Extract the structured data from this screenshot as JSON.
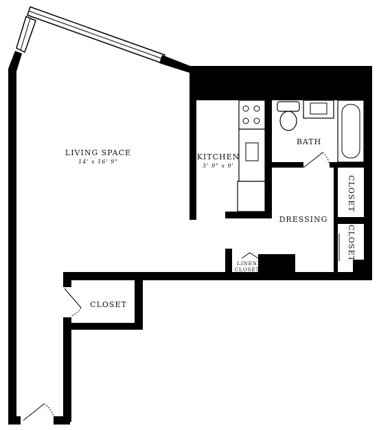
{
  "plan": {
    "rooms": {
      "living": {
        "name": "LIVING SPACE",
        "dims": "14' x 16' 9\""
      },
      "kitchen": {
        "name": "KITCHEN",
        "dims": "5' 9\" x 9'"
      },
      "bath": {
        "name": "BATH"
      },
      "dressing": {
        "name": "DRESSING"
      },
      "closet_main": {
        "name": "CLOSET"
      },
      "closet_right_upper": {
        "name": "CLOSET"
      },
      "closet_right_lower": {
        "name": "CLOSET"
      },
      "linen_line1": "LINEN",
      "linen_line2": "CLOSET"
    },
    "colors": {
      "wall": "#000000",
      "background": "#ffffff"
    }
  }
}
